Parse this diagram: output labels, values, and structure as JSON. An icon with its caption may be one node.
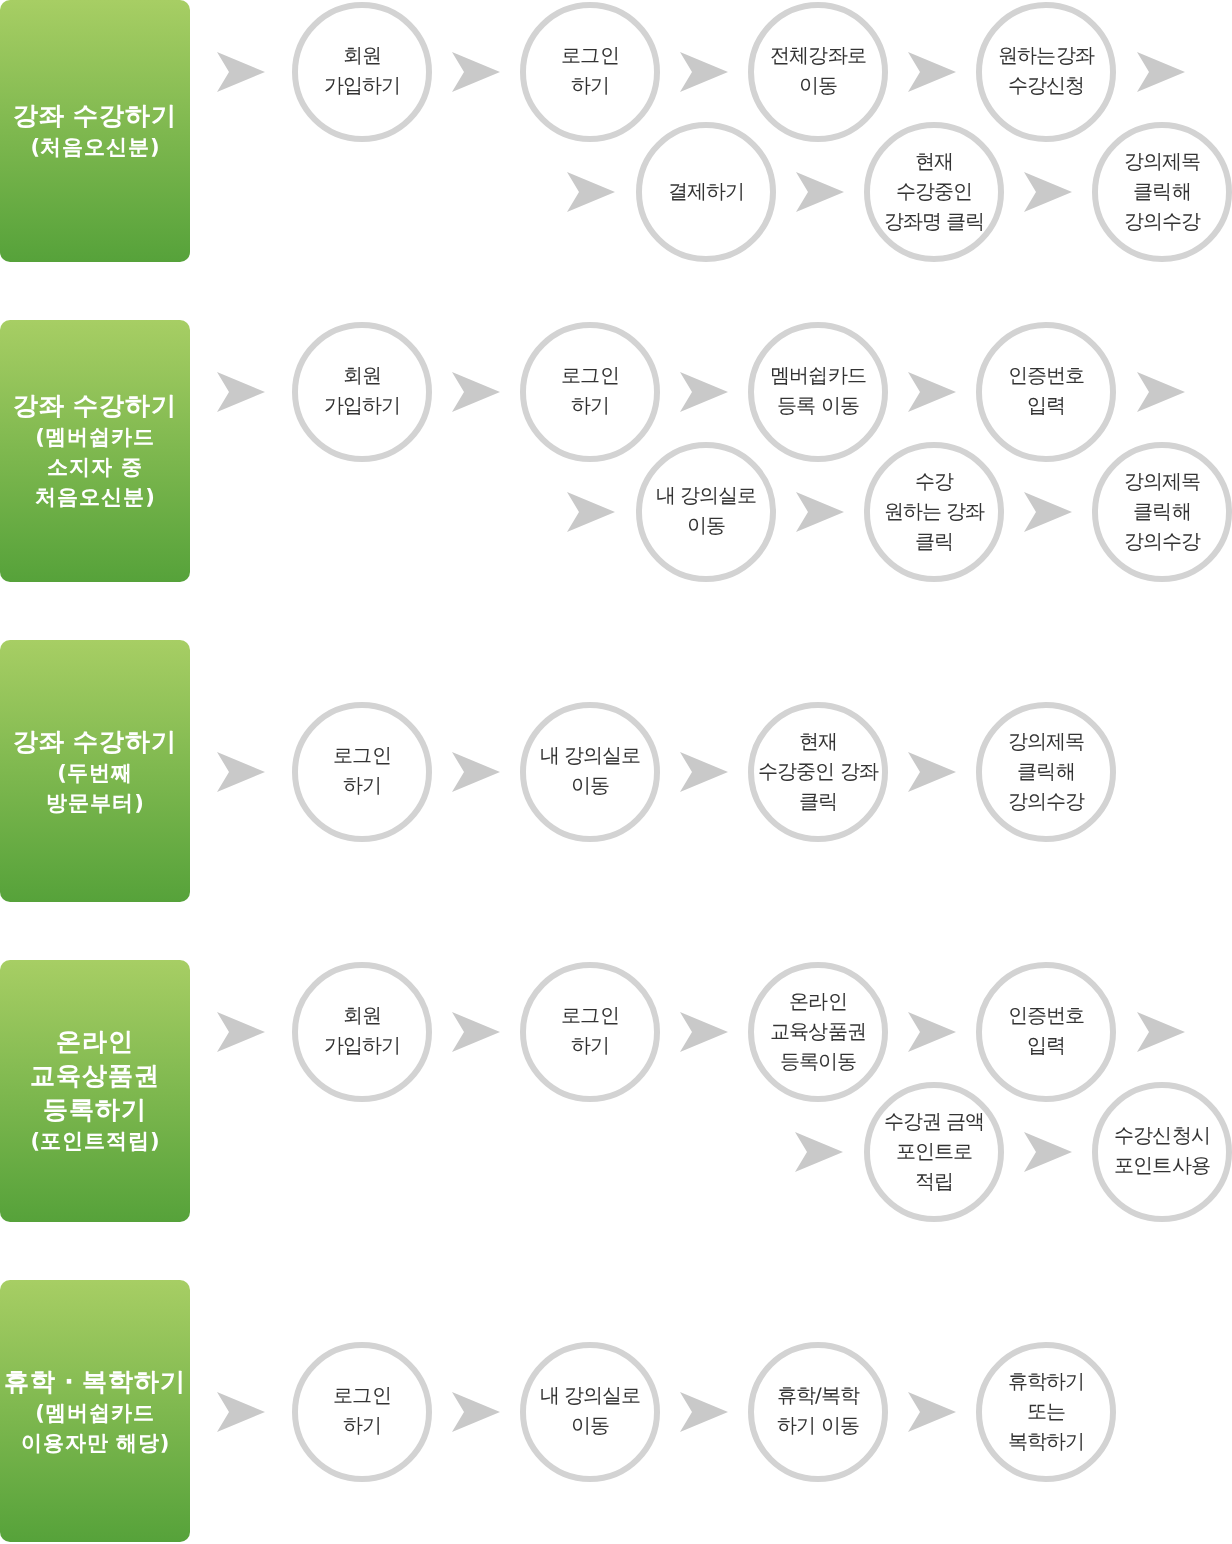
{
  "diagram": {
    "nodes": [
      {
        "text": [
          "강좌 수강하기",
          "(처음오신분)"
        ]
      },
      {
        "text": [
          "회원 가입하기"
        ]
      },
      {
        "text": [
          "로그인 하기"
        ]
      },
      {
        "text": [
          "전체강좌로 이동"
        ]
      },
      {
        "text": [
          "원하는강좌 수강신청"
        ]
      },
      {
        "text": [
          "결제하기"
        ]
      },
      {
        "text": [
          "현재 수강중인 강좌명 클릭"
        ]
      },
      {
        "text": [
          "강의제목 클릭해 강의수강"
        ]
      },
      {
        "text": [
          "강좌 수강하기",
          "(멤버쉽카드 소지자 중 처음오신분)"
        ]
      },
      {
        "text": [
          "회원 가입하기"
        ]
      },
      {
        "text": [
          "로그인 하기"
        ]
      },
      {
        "text": [
          "멤버쉽카드 등록 이동"
        ]
      },
      {
        "text": [
          "인증번호 입력"
        ]
      },
      {
        "text": [
          "내 강의실로 이동"
        ]
      },
      {
        "text": [
          "수강 원하는 강좌 클릭"
        ]
      },
      {
        "text": [
          "강의제목 클릭해 강의수강"
        ]
      },
      {
        "text": [
          "강좌 수강하기",
          "(두번째 방문부터)"
        ]
      },
      {
        "text": [
          "로그인 하기"
        ]
      },
      {
        "text": [
          "내 강의실로 이동"
        ]
      },
      {
        "text": [
          "현재 수강중인 강좌 클릭"
        ]
      },
      {
        "text": [
          "강의제목 클릭해 강의수강"
        ]
      },
      {
        "text": [
          "온라인 교육상품권 등록하기",
          "(포인트적립)"
        ]
      },
      {
        "text": [
          "회원 가입하기"
        ]
      },
      {
        "text": [
          "로그인 하기"
        ]
      },
      {
        "text": [
          "온라인 교육상품권 등록이동"
        ]
      },
      {
        "text": [
          "인증번호 입력"
        ]
      },
      {
        "text": [
          "수강권 금액 포인트로 적립"
        ]
      },
      {
        "text": [
          "수강신청시 포인트사용"
        ]
      },
      {
        "text": [
          "휴학 · 복학하기",
          "(멤버쉽카드 이용자만 해당)"
        ]
      },
      {
        "text": [
          "로그인 하기"
        ]
      },
      {
        "text": [
          "내 강의실로 이동"
        ]
      },
      {
        "text": [
          "휴학/복학 하기 이동"
        ]
      },
      {
        "text": [
          "휴학하기 또는 복학하기"
        ]
      }
    ],
    "edges": [
      {
        "from": 0,
        "to": 1,
        "arrow": "to"
      },
      {
        "from": 1,
        "to": 2,
        "arrow": "to"
      },
      {
        "from": 2,
        "to": 3,
        "arrow": "to"
      },
      {
        "from": 3,
        "to": 4,
        "arrow": "to"
      },
      {
        "from": 4,
        "to": null,
        "arrow": "to"
      },
      {
        "from": null,
        "to": 5,
        "arrow": "to"
      },
      {
        "from": 5,
        "to": 6,
        "arrow": "to"
      },
      {
        "from": 6,
        "to": 7,
        "arrow": "to"
      },
      {
        "from": 8,
        "to": 9,
        "arrow": "to"
      },
      {
        "from": 9,
        "to": 10,
        "arrow": "to"
      },
      {
        "from": 10,
        "to": 11,
        "arrow": "to"
      },
      {
        "from": 11,
        "to": 12,
        "arrow": "to"
      },
      {
        "from": 12,
        "to": null,
        "arrow": "to"
      },
      {
        "from": null,
        "to": 13,
        "arrow": "to"
      },
      {
        "from": 13,
        "to": 14,
        "arrow": "to"
      },
      {
        "from": 14,
        "to": 15,
        "arrow": "to"
      },
      {
        "from": 16,
        "to": 17,
        "arrow": "to"
      },
      {
        "from": 17,
        "to": 18,
        "arrow": "to"
      },
      {
        "from": 18,
        "to": 19,
        "arrow": "to"
      },
      {
        "from": 19,
        "to": 20,
        "arrow": "to"
      },
      {
        "from": 21,
        "to": 22,
        "arrow": "to"
      },
      {
        "from": 22,
        "to": 23,
        "arrow": "to"
      },
      {
        "from": 23,
        "to": 24,
        "arrow": "to"
      },
      {
        "from": 24,
        "to": 25,
        "arrow": "to"
      },
      {
        "from": 25,
        "to": null,
        "arrow": "to"
      },
      {
        "from": null,
        "to": 26,
        "arrow": "to"
      },
      {
        "from": 26,
        "to": 27,
        "arrow": "to"
      },
      {
        "from": 28,
        "to": 29,
        "arrow": "to"
      },
      {
        "from": 29,
        "to": 30,
        "arrow": "to"
      },
      {
        "from": 30,
        "to": 31,
        "arrow": "to"
      },
      {
        "from": 31,
        "to": 32,
        "arrow": "to"
      }
    ]
  }
}
